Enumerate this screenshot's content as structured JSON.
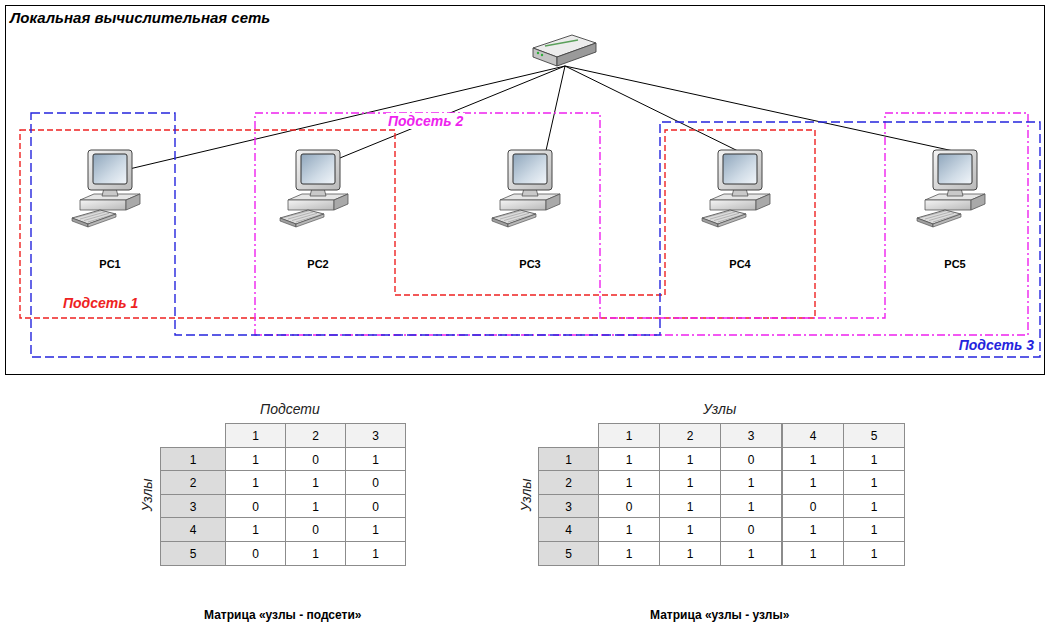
{
  "diagram": {
    "nodes": [
      {
        "text": [
          "Локальная вычислительная сеть"
        ]
      },
      {
        "text": [
          "Подсеть 2"
        ],
        "in": 0
      },
      {
        "text": [
          "PC1"
        ],
        "in": 0
      },
      {
        "text": [
          "PC2"
        ],
        "in": 0
      },
      {
        "text": [
          "PC3"
        ],
        "in": 0
      },
      {
        "text": [
          "PC4"
        ],
        "in": 0
      },
      {
        "text": [
          "PC5"
        ],
        "in": 0
      },
      {
        "text": [
          "Подсеть 1"
        ],
        "in": 0
      },
      {
        "text": [
          "Подсеть 3"
        ],
        "in": 0
      }
    ],
    "labels": [
      "Подсети",
      "1",
      "2",
      "3",
      "1",
      "1",
      "0",
      "1",
      "2",
      "1",
      "1",
      "0",
      "3",
      "0",
      "1",
      "0",
      "4",
      "1",
      "0",
      "1",
      "5",
      "0",
      "1",
      "1",
      "Узлы",
      "Матрица «узлы - подсети»",
      "Узлы",
      "1",
      "2",
      "3",
      "4",
      "5",
      "1",
      "1",
      "1",
      "0",
      "1",
      "1",
      "2",
      "1",
      "1",
      "1",
      "1",
      "1",
      "3",
      "0",
      "1",
      "1",
      "0",
      "1",
      "4",
      "1",
      "1",
      "0",
      "1",
      "1",
      "5",
      "1",
      "1",
      "1",
      "1",
      "1",
      "Узлы",
      "Матрица «узлы - узлы»"
    ]
  }
}
